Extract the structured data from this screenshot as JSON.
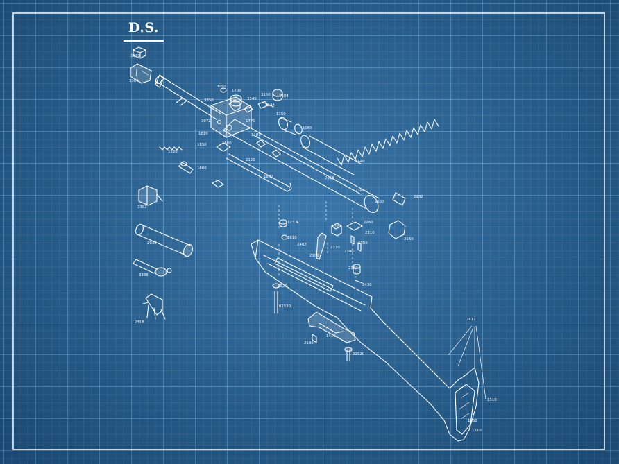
{
  "drawing": {
    "title": "D.S.",
    "part_labels": [
      "3370",
      "3384",
      "3050",
      "1700",
      "3140",
      "3150",
      "1684",
      "3350",
      "3134",
      "1150",
      "3072",
      "1770",
      "1160",
      "1610",
      "1650",
      "1660",
      "1180",
      "1520",
      "2120",
      "1660",
      "1440",
      "1802",
      "2118",
      "2132",
      "2140",
      "2150",
      "3382",
      "123 4",
      "2322",
      "2260",
      "2310",
      "2160",
      "2038",
      "1610",
      "2402",
      "2330",
      "2350",
      "2340",
      "2100",
      "2300",
      "3388",
      "1520",
      "2430",
      "01530",
      "2318",
      "1410",
      "2180",
      "01920",
      "2412",
      "1510",
      "1250",
      "1510"
    ]
  }
}
